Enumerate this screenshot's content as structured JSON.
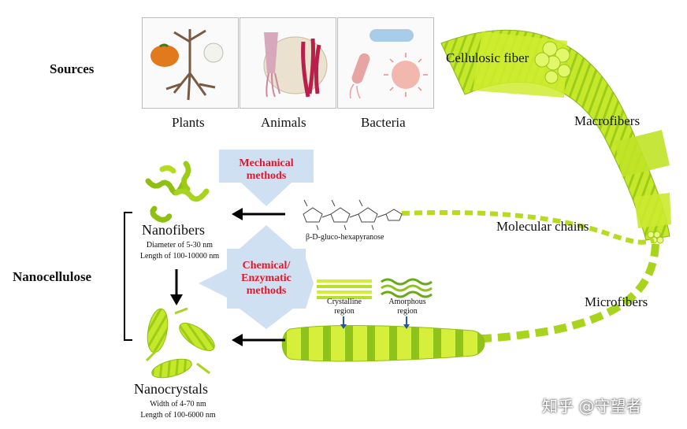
{
  "sources": {
    "heading": "Sources",
    "items": [
      {
        "label": "Plants"
      },
      {
        "label": "Animals"
      },
      {
        "label": "Bacteria"
      }
    ]
  },
  "hierarchy": {
    "cellulosic_fiber": "Cellulosic fiber",
    "macrofibers": "Macrofibers",
    "molecular_chains": "Molecular chains",
    "microfibers": "Microfibers"
  },
  "methods": {
    "mechanical": "Mechanical methods",
    "chemical": "Chemical/ Enzymatic methods"
  },
  "molecule_label": "β-D-gluco-hexapyranose",
  "regions": {
    "crystalline": "Crystalline region",
    "amorphous": "Amorphous region"
  },
  "nanocellulose": {
    "heading": "Nanocellulose",
    "nanofibers": {
      "title": "Nanofibers",
      "diameter": "Diameter of 5-30 nm",
      "length": "Length of 100-10000 nm"
    },
    "nanocrystals": {
      "title": "Nanocrystals",
      "width": "Width of 4-70 nm",
      "length": "Length of 100-6000 nm"
    }
  },
  "watermark": "知乎 @守望者",
  "colors": {
    "fiber_green": "#c6e82a",
    "fiber_dark": "#8fbf10",
    "arrow_blue": "#cfe0f2",
    "method_red": "#e0182a"
  }
}
